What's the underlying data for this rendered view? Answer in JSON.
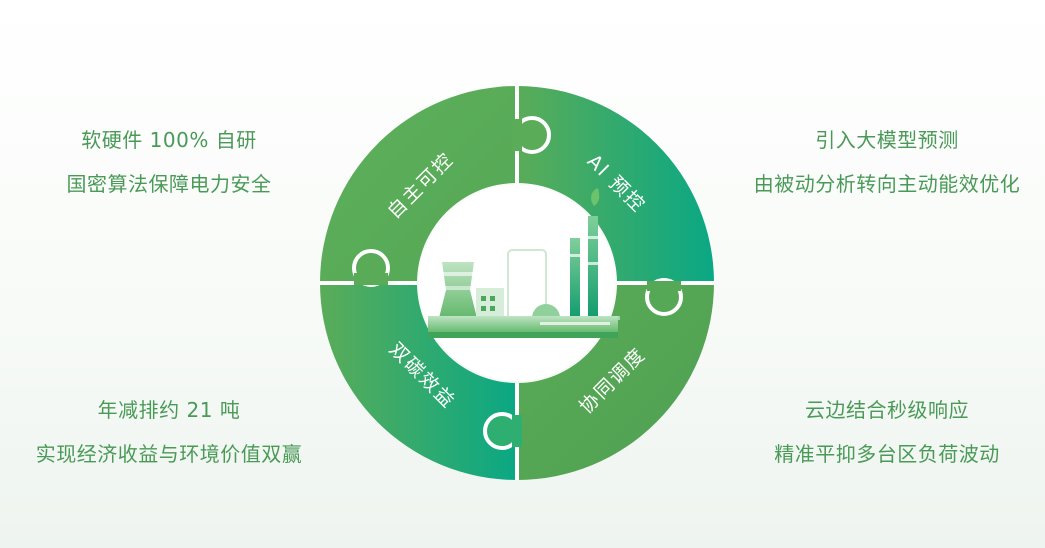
{
  "segments": {
    "top_left": "自主可控",
    "top_right": "AI 预控",
    "bottom_left": "双碳效益",
    "bottom_right": "协同调度"
  },
  "features": {
    "top_left": {
      "line1": "软硬件 100% 自研",
      "line2": "国密算法保障电力安全"
    },
    "top_right": {
      "line1": "引入大模型预测",
      "line2": "由被动分析转向主动能效优化"
    },
    "bottom_left": {
      "line1": "年减排约 21 吨",
      "line2": "实现经济收益与环境价值双赢"
    },
    "bottom_right": {
      "line1": "云边结合秒级响应",
      "line2": "精准平抑多台区负荷波动"
    }
  },
  "colors": {
    "ring_green": "#5aac58",
    "ring_teal": "#0eab86",
    "text_green": "#4a9a57",
    "axis_line": "#cfe3d2"
  },
  "icons": {
    "center": "power-plant-icon"
  }
}
